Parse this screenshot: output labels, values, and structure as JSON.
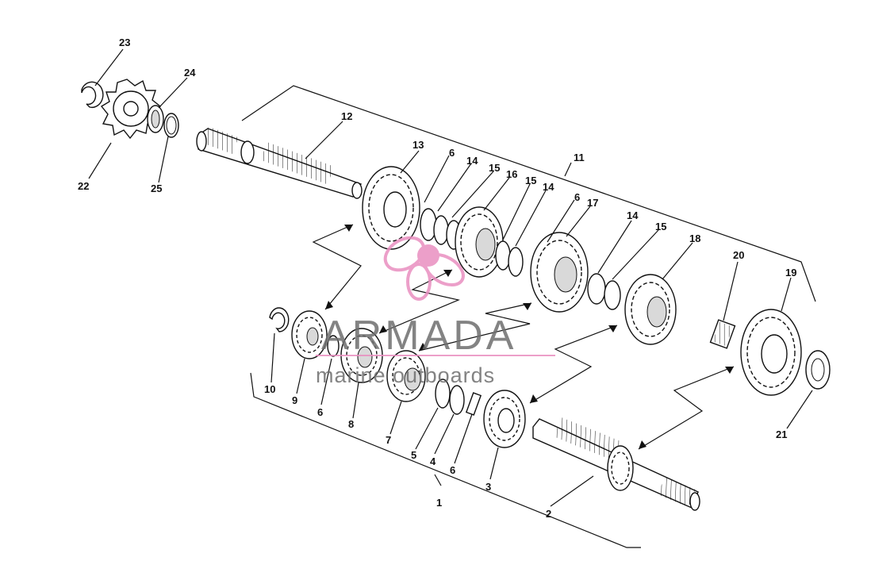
{
  "diagram": {
    "callouts": [
      {
        "id": "c1",
        "label": "1"
      },
      {
        "id": "c2",
        "label": "2"
      },
      {
        "id": "c3",
        "label": "3"
      },
      {
        "id": "c4",
        "label": "4"
      },
      {
        "id": "c5",
        "label": "5"
      },
      {
        "id": "c6a",
        "label": "6"
      },
      {
        "id": "c6b",
        "label": "6"
      },
      {
        "id": "c6c",
        "label": "6"
      },
      {
        "id": "c6d",
        "label": "6"
      },
      {
        "id": "c7",
        "label": "7"
      },
      {
        "id": "c8",
        "label": "8"
      },
      {
        "id": "c9",
        "label": "9"
      },
      {
        "id": "c10",
        "label": "10"
      },
      {
        "id": "c11",
        "label": "11"
      },
      {
        "id": "c12",
        "label": "12"
      },
      {
        "id": "c13",
        "label": "13"
      },
      {
        "id": "c14a",
        "label": "14"
      },
      {
        "id": "c14b",
        "label": "14"
      },
      {
        "id": "c14c",
        "label": "14"
      },
      {
        "id": "c15a",
        "label": "15"
      },
      {
        "id": "c15b",
        "label": "15"
      },
      {
        "id": "c15c",
        "label": "15"
      },
      {
        "id": "c16",
        "label": "16"
      },
      {
        "id": "c17",
        "label": "17"
      },
      {
        "id": "c18",
        "label": "18"
      },
      {
        "id": "c19",
        "label": "19"
      },
      {
        "id": "c20",
        "label": "20"
      },
      {
        "id": "c21",
        "label": "21"
      },
      {
        "id": "c22",
        "label": "22"
      },
      {
        "id": "c23",
        "label": "23"
      },
      {
        "id": "c24",
        "label": "24"
      },
      {
        "id": "c25",
        "label": "25"
      }
    ]
  },
  "watermark": {
    "brand": "ARMADA",
    "tagline": "marine outboards",
    "color": "#e98fc0"
  }
}
